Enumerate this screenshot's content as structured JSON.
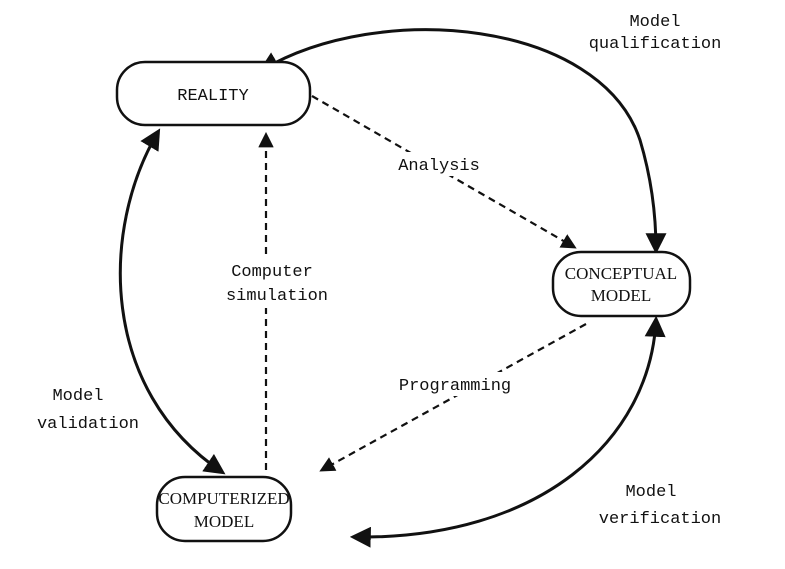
{
  "nodes": {
    "reality": "REALITY",
    "conceptual": [
      "CONCEPTUAL",
      "MODEL"
    ],
    "computerized": [
      "COMPUTERIZED",
      "MODEL"
    ]
  },
  "edges": {
    "qualification": [
      "Model",
      "qualification"
    ],
    "analysis": "Analysis",
    "simulation": [
      "Computer",
      "simulation"
    ],
    "programming": "Programming",
    "validation": [
      "Model",
      "validation"
    ],
    "verification": [
      "Model",
      "verification"
    ]
  }
}
